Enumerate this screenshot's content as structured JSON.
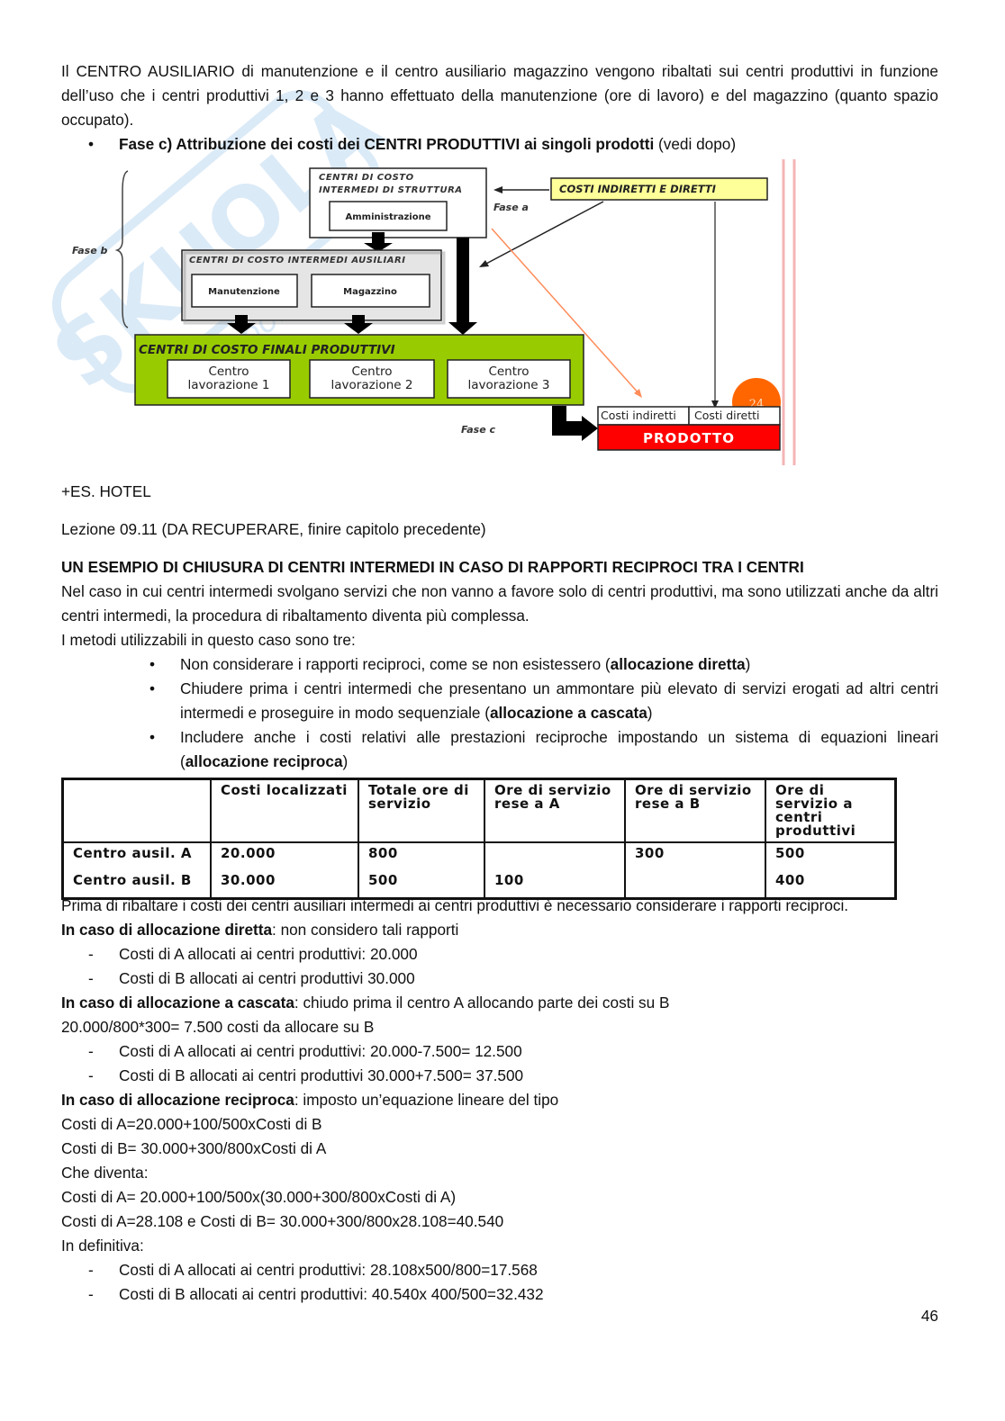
{
  "intro": {
    "paragraph": "Il CENTRO AUSILIARIO di manutenzione e il centro ausiliario magazzino vengono ribaltati sui centri produttivi in funzione dell’uso che i centri produttivi 1, 2 e 3 hanno effettuato della manutenzione (ore di lavoro) e del magazzino (quanto spazio occupato).",
    "bullet_bold": "Fase c) Attribuzione dei costi dei CENTRI PRODUTTIVI ai singoli prodotti",
    "bullet_rest": " (vedi dopo)"
  },
  "diagram": {
    "struttura_title": "CENTRI DI COSTO INTERMEDI DI STRUTTURA",
    "amministrazione": "Amministrazione",
    "ausiliari_title": "CENTRI DI COSTO INTERMEDI AUSILIARI",
    "manutenzione": "Manutenzione",
    "magazzino": "Magazzino",
    "finali_title": "CENTRI DI COSTO FINALI PRODUTTIVI",
    "centri": [
      {
        "line1": "Centro",
        "line2": "lavorazione 1"
      },
      {
        "line1": "Centro",
        "line2": "lavorazione 2"
      },
      {
        "line1": "Centro",
        "line2": "lavorazione 3"
      }
    ],
    "costi_box": "COSTI INDIRETTI E DIRETTI",
    "fase_a": "Fase a",
    "fase_b": "Fase b",
    "fase_c": "Fase c",
    "costi_indiretti": "Costi indiretti",
    "costi_diretti": "Costi diretti",
    "prodotto": "PRODOTTO",
    "slide_number": "24",
    "colors": {
      "green": "#99cc00",
      "yellow": "#ffff99",
      "red": "#ff0000",
      "orange": "#ff6600",
      "grey": "#e5e5e5"
    }
  },
  "body": {
    "es_hotel": "+ES. HOTEL",
    "lezione": "Lezione 09.11 (DA RECUPERARE, finire capitolo precedente)",
    "heading": "UN ESEMPIO DI CHIUSURA DI CENTRI INTERMEDI IN CASO DI RAPPORTI RECIPROCI TRA I CENTRI",
    "para1": "Nel caso in cui centri intermedi svolgano servizi che non vanno a favore solo di centri produttivi, ma sono utilizzati anche da altri centri intermedi, la procedura di ribaltamento diventa più complessa.",
    "para2": "I metodi utilizzabili in questo caso sono tre:",
    "methods": [
      {
        "pre": "Non considerare i rapporti reciproci, come se non esistessero (",
        "bold": "allocazione diretta",
        "post": ")"
      },
      {
        "pre": "Chiudere prima i centri intermedi che presentano un ammontare più elevato di servizi erogati ad altri centri intermedi e proseguire in modo sequenziale (",
        "bold": "allocazione a cascata",
        "post": ")"
      },
      {
        "pre": "Includere anche i costi relativi alle prestazioni reciproche impostando un sistema di equazioni lineari (",
        "bold": "allocazione reciproca",
        "post": ")"
      }
    ]
  },
  "table": {
    "headers": [
      "",
      "Costi localizzati",
      "Totale ore di servizio",
      "Ore di servizio rese a A",
      "Ore di servizio rese a B",
      "Ore di servizio a centri produttivi"
    ],
    "rows": [
      [
        "Centro ausil. A",
        "20.000",
        "800",
        "",
        "300",
        "500"
      ],
      [
        "Centro ausil. B",
        "30.000",
        "500",
        "100",
        "",
        "400"
      ]
    ]
  },
  "after": {
    "line1": "Prima di ribaltare i costi dei centri ausiliari intermedi ai centri produttivi è necessario considerare i rapporti reciproci.",
    "diretta_bold": "In caso di allocazione diretta",
    "diretta_rest": ": non considero tali rapporti",
    "diretta_items": [
      "Costi di A allocati ai centri produttivi: 20.000",
      "Costi di B allocati ai centri produttivi 30.000"
    ],
    "cascata_bold": "In caso di allocazione a cascata",
    "cascata_rest": ": chiudo prima il centro A allocando parte dei costi su B",
    "cascata_calc": "20.000/800*300= 7.500 costi da allocare su B",
    "cascata_items": [
      "Costi di A allocati ai centri produttivi: 20.000-7.500= 12.500",
      "Costi di B allocati ai centri produttivi 30.000+7.500= 37.500"
    ],
    "reciproca_bold": "In caso di allocazione reciproca",
    "reciproca_rest": ": imposto un’equazione lineare del tipo",
    "eq1": "Costi di A=20.000+100/500xCosti di B",
    "eq2": "Costi di B= 30.000+300/800xCosti di A",
    "diventa": "Che diventa:",
    "eq3": "Costi di A= 20.000+100/500x(30.000+300/800xCosti di A)",
    "eq4": "Costi di A=28.108 e Costi di B= 30.000+300/800x28.108=40.540",
    "definitiva": "In definitiva:",
    "final_items": [
      "Costi di A allocati ai centri produttivi: 28.108x500/800=17.568",
      "Costi di B allocati ai centri produttivi: 40.540x 400/500=32.432"
    ]
  },
  "page_number": "46"
}
